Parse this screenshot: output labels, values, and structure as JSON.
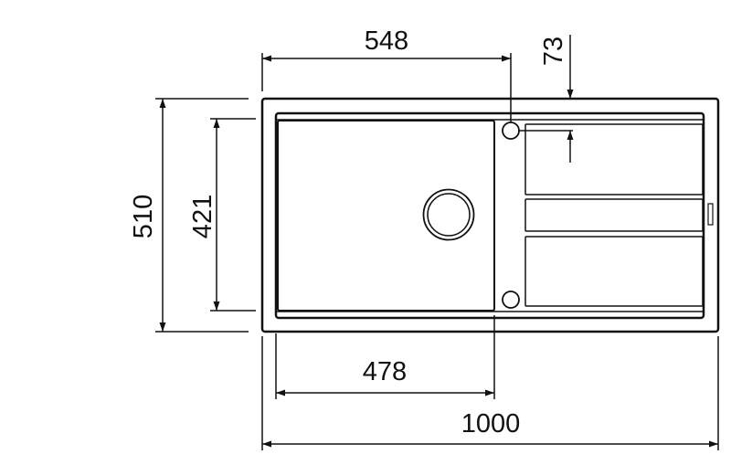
{
  "title": "Sink dimension drawing",
  "dimensions": {
    "bowl_offset": "548",
    "tap_hole_offset": "73",
    "overall_depth": "510",
    "bowl_depth": "421",
    "bowl_width": "478",
    "overall_width": "1000"
  },
  "colors": {
    "line": "#111111",
    "background": "#ffffff"
  }
}
